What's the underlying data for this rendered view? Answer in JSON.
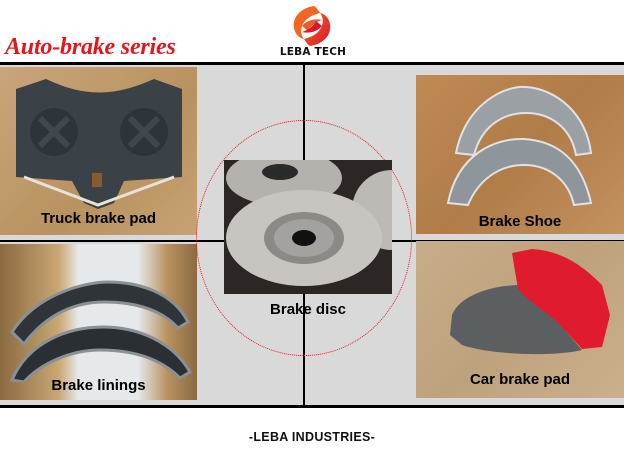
{
  "header": {
    "title": "Auto-brake series",
    "title_color": "#e8141b",
    "logo": {
      "icon": "leba-tech-swirl-logo-icon",
      "text": "LEBA TECH",
      "colors": [
        "#f26522",
        "#d7192b"
      ]
    }
  },
  "products": [
    {
      "id": "truck-brake-pad",
      "label": "Truck brake pad",
      "position": "top-left"
    },
    {
      "id": "brake-shoe",
      "label": "Brake  Shoe",
      "position": "top-right"
    },
    {
      "id": "brake-disc",
      "label": "Brake disc",
      "position": "center"
    },
    {
      "id": "brake-linings",
      "label": "Brake linings",
      "position": "bottom-left"
    },
    {
      "id": "car-brake-pad",
      "label": "Car brake pad",
      "position": "bottom-right"
    }
  ],
  "colors": {
    "panel_background": "#d9d9d9",
    "rules": "#000000",
    "ellipse": "#e8141b"
  },
  "footer": {
    "text": "-LEBA INDUSTRIES-"
  }
}
